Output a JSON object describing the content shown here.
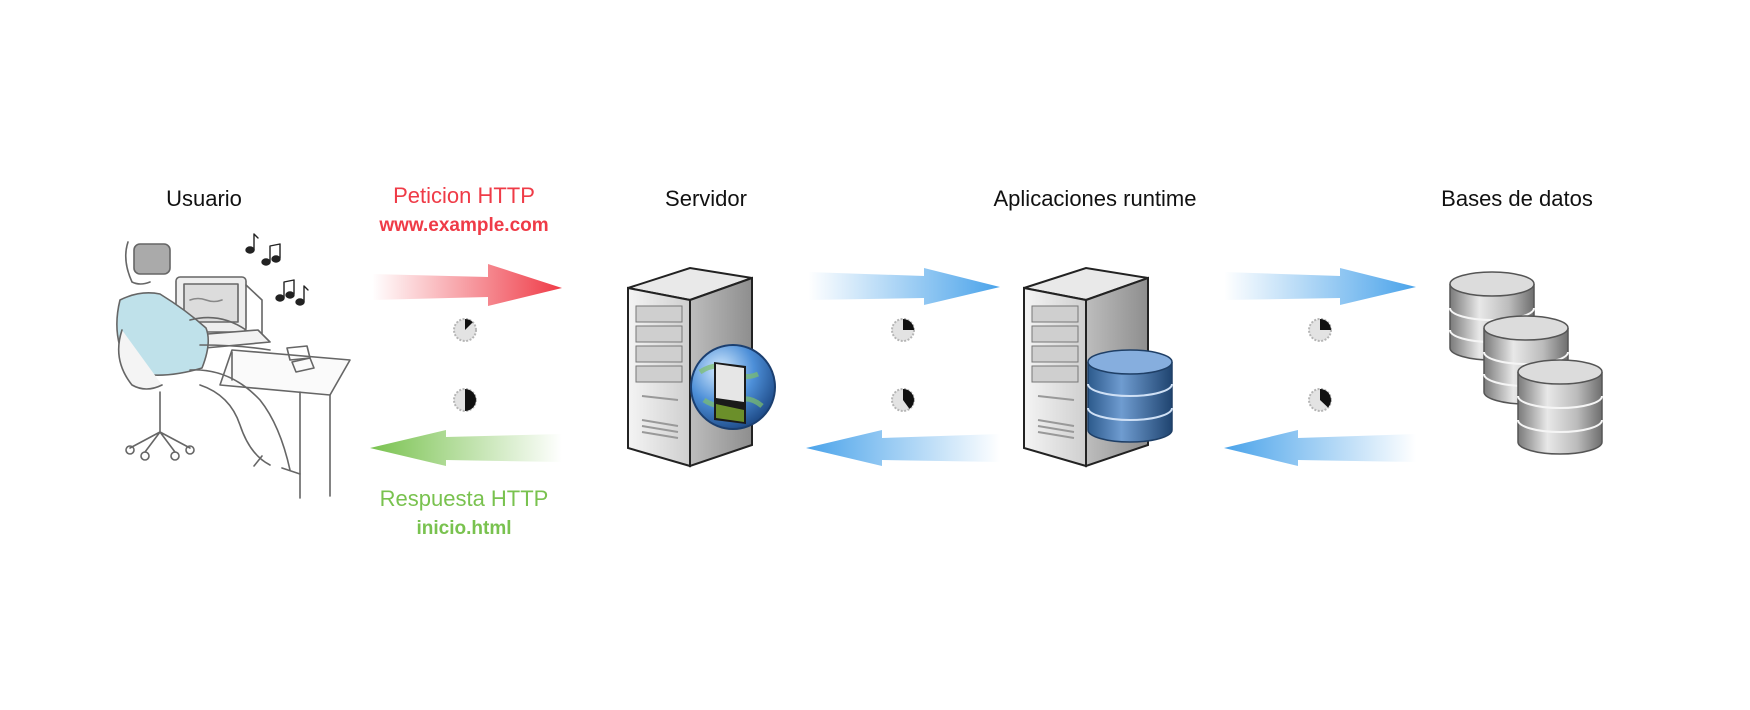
{
  "labels": {
    "user": "Usuario",
    "request_title": "Peticion HTTP",
    "request_url": "www.example.com",
    "server": "Servidor",
    "runtime": "Aplicaciones runtime",
    "databases": "Bases de datos",
    "response_title": "Respuesta HTTP",
    "response_file": "inicio.html"
  },
  "colors": {
    "request": "#ef3b47",
    "response": "#79c24f",
    "internal": "#4aa3ea"
  },
  "timers": [
    {
      "id": "timer-request",
      "fraction": 0.125
    },
    {
      "id": "timer-response",
      "fraction": 0.5
    },
    {
      "id": "timer-server-runtime-top",
      "fraction": 0.25
    },
    {
      "id": "timer-server-runtime-bottom",
      "fraction": 0.4
    },
    {
      "id": "timer-runtime-db-top",
      "fraction": 0.25
    },
    {
      "id": "timer-runtime-db-bottom",
      "fraction": 0.37
    }
  ]
}
